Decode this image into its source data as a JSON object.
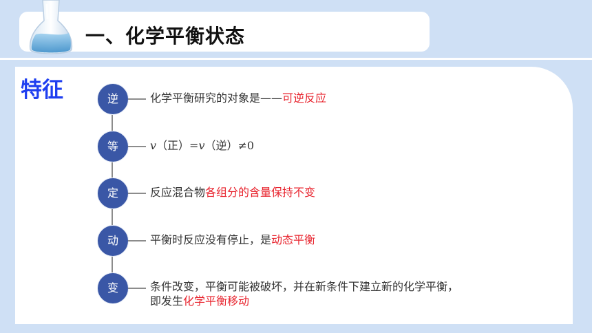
{
  "header": {
    "title": "一、化学平衡状态"
  },
  "section": {
    "label": "特征"
  },
  "items": [
    {
      "node": "逆",
      "text": "化学平衡研究的对象是——",
      "highlight": "可逆反应"
    },
    {
      "node": "等",
      "v1": "v",
      "p1": "（正）=",
      "v2": "v",
      "p2": "（逆）≠0"
    },
    {
      "node": "定",
      "text": "反应混合物",
      "highlight": "各组分的含量保持不变"
    },
    {
      "node": "动",
      "text": "平衡时反应没有停止，是",
      "highlight": "动态平衡"
    },
    {
      "node": "变",
      "text": "条件改变，平衡可能被破坏，并在新条件下建立新的化学平衡，",
      "text2": "即发生",
      "highlight": "化学平衡移动"
    }
  ],
  "colors": {
    "background": "#cfe0f5",
    "node": "#3a57a6",
    "highlight": "#e8242e",
    "section_label": "#1f3ff0"
  },
  "icons": {
    "header": "flask-icon"
  }
}
